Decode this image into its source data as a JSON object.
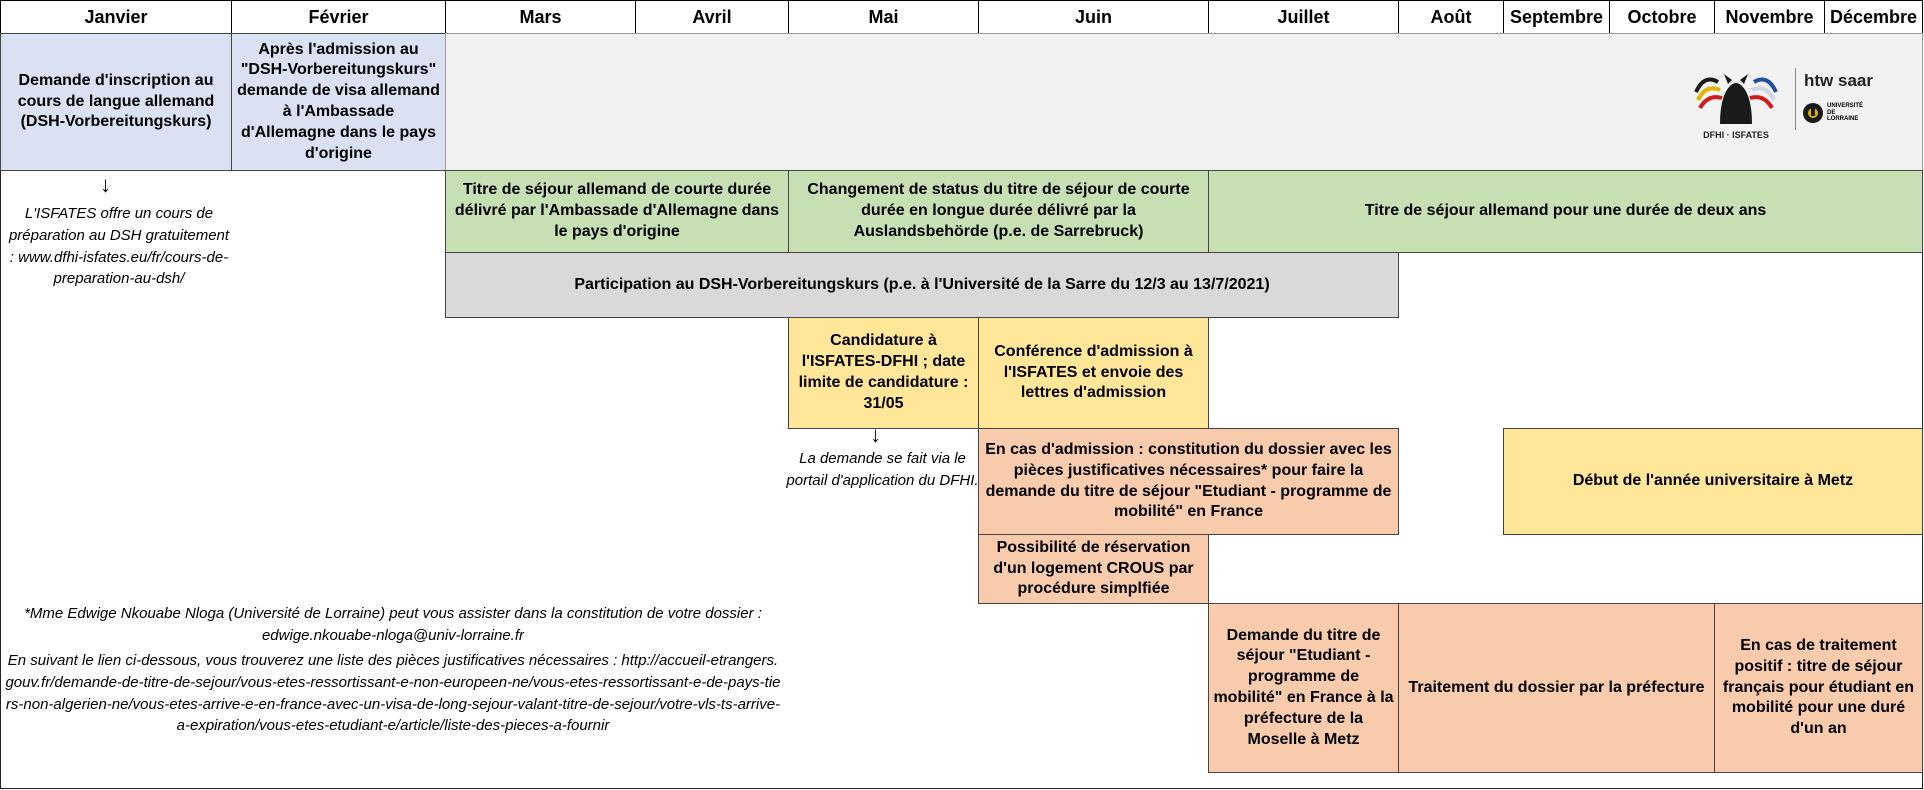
{
  "months": [
    "Janvier",
    "Février",
    "Mars",
    "Avril",
    "Mai",
    "Juin",
    "Juillet",
    "Août",
    "Septembre",
    "Octobre",
    "Novembre",
    "Décembre"
  ],
  "boxes": {
    "inscription": "Demande d'inscription au cours de langue allemand (DSH-Vorbereitungskurs)",
    "visa": "Après l'admission au \"DSH-Vorbereitungskurs\" demande de visa allemand à l'Ambassade d'Allemagne dans le pays d'origine",
    "titre_court": "Titre de séjour allemand de courte durée délivré par l'Ambassade d'Allemagne dans le pays d'origine",
    "changement": "Changement de status du titre de séjour de courte durée en longue durée délivré par la Auslandsbehörde (p.e. de Sarrebruck)",
    "titre_deux_ans": "Titre de séjour allemand pour une durée de deux ans",
    "participation": "Participation au DSH-Vorbereitungskurs (p.e. à l'Université de la Sarre du 12/3 au 13/7/2021)",
    "candidature": "Candidature à l'ISFATES-DFHI ; date limite de candidature : 31/05",
    "conference": "Conférence d'admission à l'ISFATES et envoie des lettres d'admission",
    "constitution": "En cas d'admission : constitution du dossier avec les pièces justificatives nécessaires* pour faire la demande du titre de séjour \"Etudiant - programme de mobilité\" en France",
    "debut": "Début de l'année universitaire à Metz",
    "crous": "Possibilité de réservation d'un logement CROUS par procédure simplfiée",
    "demande_titre": "Demande du titre de séjour \"Etudiant - programme de mobilité\" en France à la préfecture de la Moselle à Metz",
    "traitement": "Traitement du dossier par la préfecture",
    "positif": "En cas de traitement positif : titre de séjour français pour étudiant en mobilité pour une duré d'un an"
  },
  "notes": {
    "isfates": "L'ISFATES offre un cours de préparation au DSH gratuitement : www.dfhi-isfates.eu/fr/cours-de-preparation-au-dsh/",
    "portail": "La demande se fait via le portail d'application du DFHI.",
    "footnote_1": "*Mme Edwige Nkouabe Nloga (Université de Lorraine) peut vous assister dans la constitution de votre dossier : edwige.nkouabe-nloga@univ-lorraine.fr",
    "footnote_2": "En suivant le lien ci-dessous, vous trouverez une liste des pièces justificatives nécessaires : http://accueil-etrangers.gouv.fr/demande-de-titre-de-sejour/vous-etes-ressortissant-e-non-europeen-ne/vous-etes-ressortissant-e-de-pays-tiers-non-algerien-ne/vous-etes-arrive-e-en-france-avec-un-visa-de-long-sejour-valant-titre-de-sejour/votre-vls-ts-arrive-a-expiration/vous-etes-etudiant-e/article/liste-des-pieces-a-fournir"
  },
  "logos": {
    "dfhi": "DFHI · ISFATES",
    "htw": "htw saar",
    "ul": "UNIVERSITÉ DE LORRAINE"
  },
  "colors": {
    "blue": "#d9e1f2",
    "green": "#c6e0b4",
    "grey": "#d9d9d9",
    "yellow": "#ffe699",
    "orange": "#f8cbad",
    "panel": "#f2f2f2"
  }
}
